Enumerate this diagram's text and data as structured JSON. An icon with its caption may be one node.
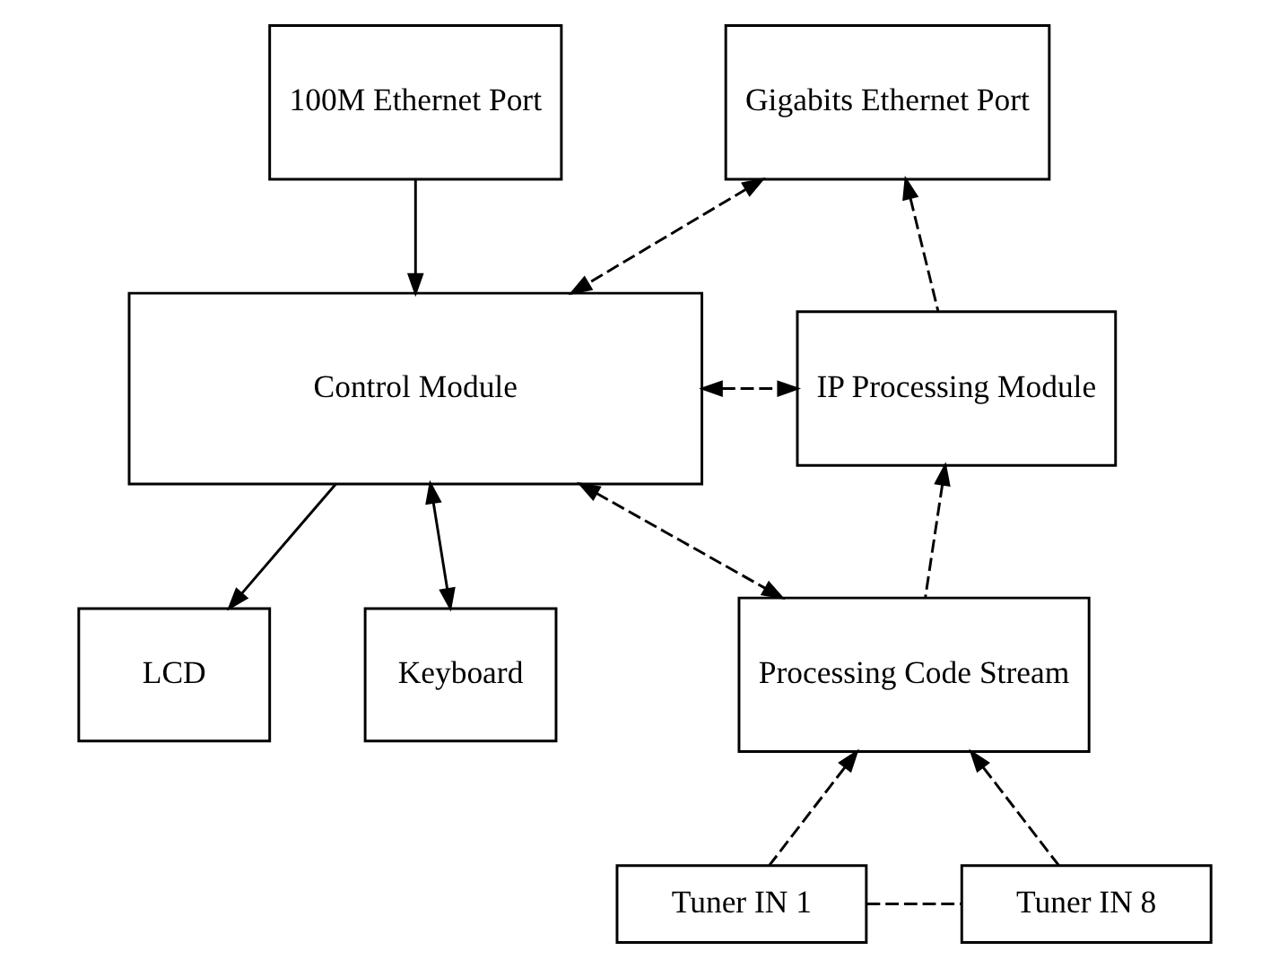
{
  "diagram": {
    "nodes": [
      {
        "text": [
          "100M Ethernet Port"
        ]
      },
      {
        "text": [
          "Control Module"
        ]
      },
      {
        "text": [
          "LCD"
        ]
      },
      {
        "text": [
          "Keyboard"
        ]
      },
      {
        "text": [
          "Gigabits Ethernet Port"
        ]
      },
      {
        "text": [
          "IP Processing Module"
        ]
      },
      {
        "text": [
          "Processing Code Stream"
        ]
      },
      {
        "text": [
          "Tuner IN 1"
        ]
      },
      {
        "text": [
          "Tuner IN 8"
        ]
      }
    ],
    "edges": [
      {
        "from": 0,
        "to": 1,
        "arrow": "to"
      },
      {
        "from": 1,
        "to": 2,
        "arrow": "to"
      },
      {
        "from": 1,
        "to": 3,
        "arrow": "both"
      },
      {
        "from": 1,
        "to": 4,
        "arrow": "both",
        "style": "dashed"
      },
      {
        "from": 1,
        "to": 5,
        "arrow": "both",
        "style": "dashed"
      },
      {
        "from": 1,
        "to": 6,
        "arrow": "both",
        "style": "dashed"
      },
      {
        "from": 5,
        "to": 4,
        "arrow": "to",
        "style": "dashed"
      },
      {
        "from": 6,
        "to": 5,
        "arrow": "to",
        "style": "dashed"
      },
      {
        "from": 7,
        "to": 6,
        "arrow": "to",
        "style": "dashed"
      },
      {
        "from": 8,
        "to": 6,
        "arrow": "to",
        "style": "dashed"
      },
      {
        "from": 7,
        "to": 8,
        "arrow": "none",
        "style": "dashed"
      }
    ]
  }
}
